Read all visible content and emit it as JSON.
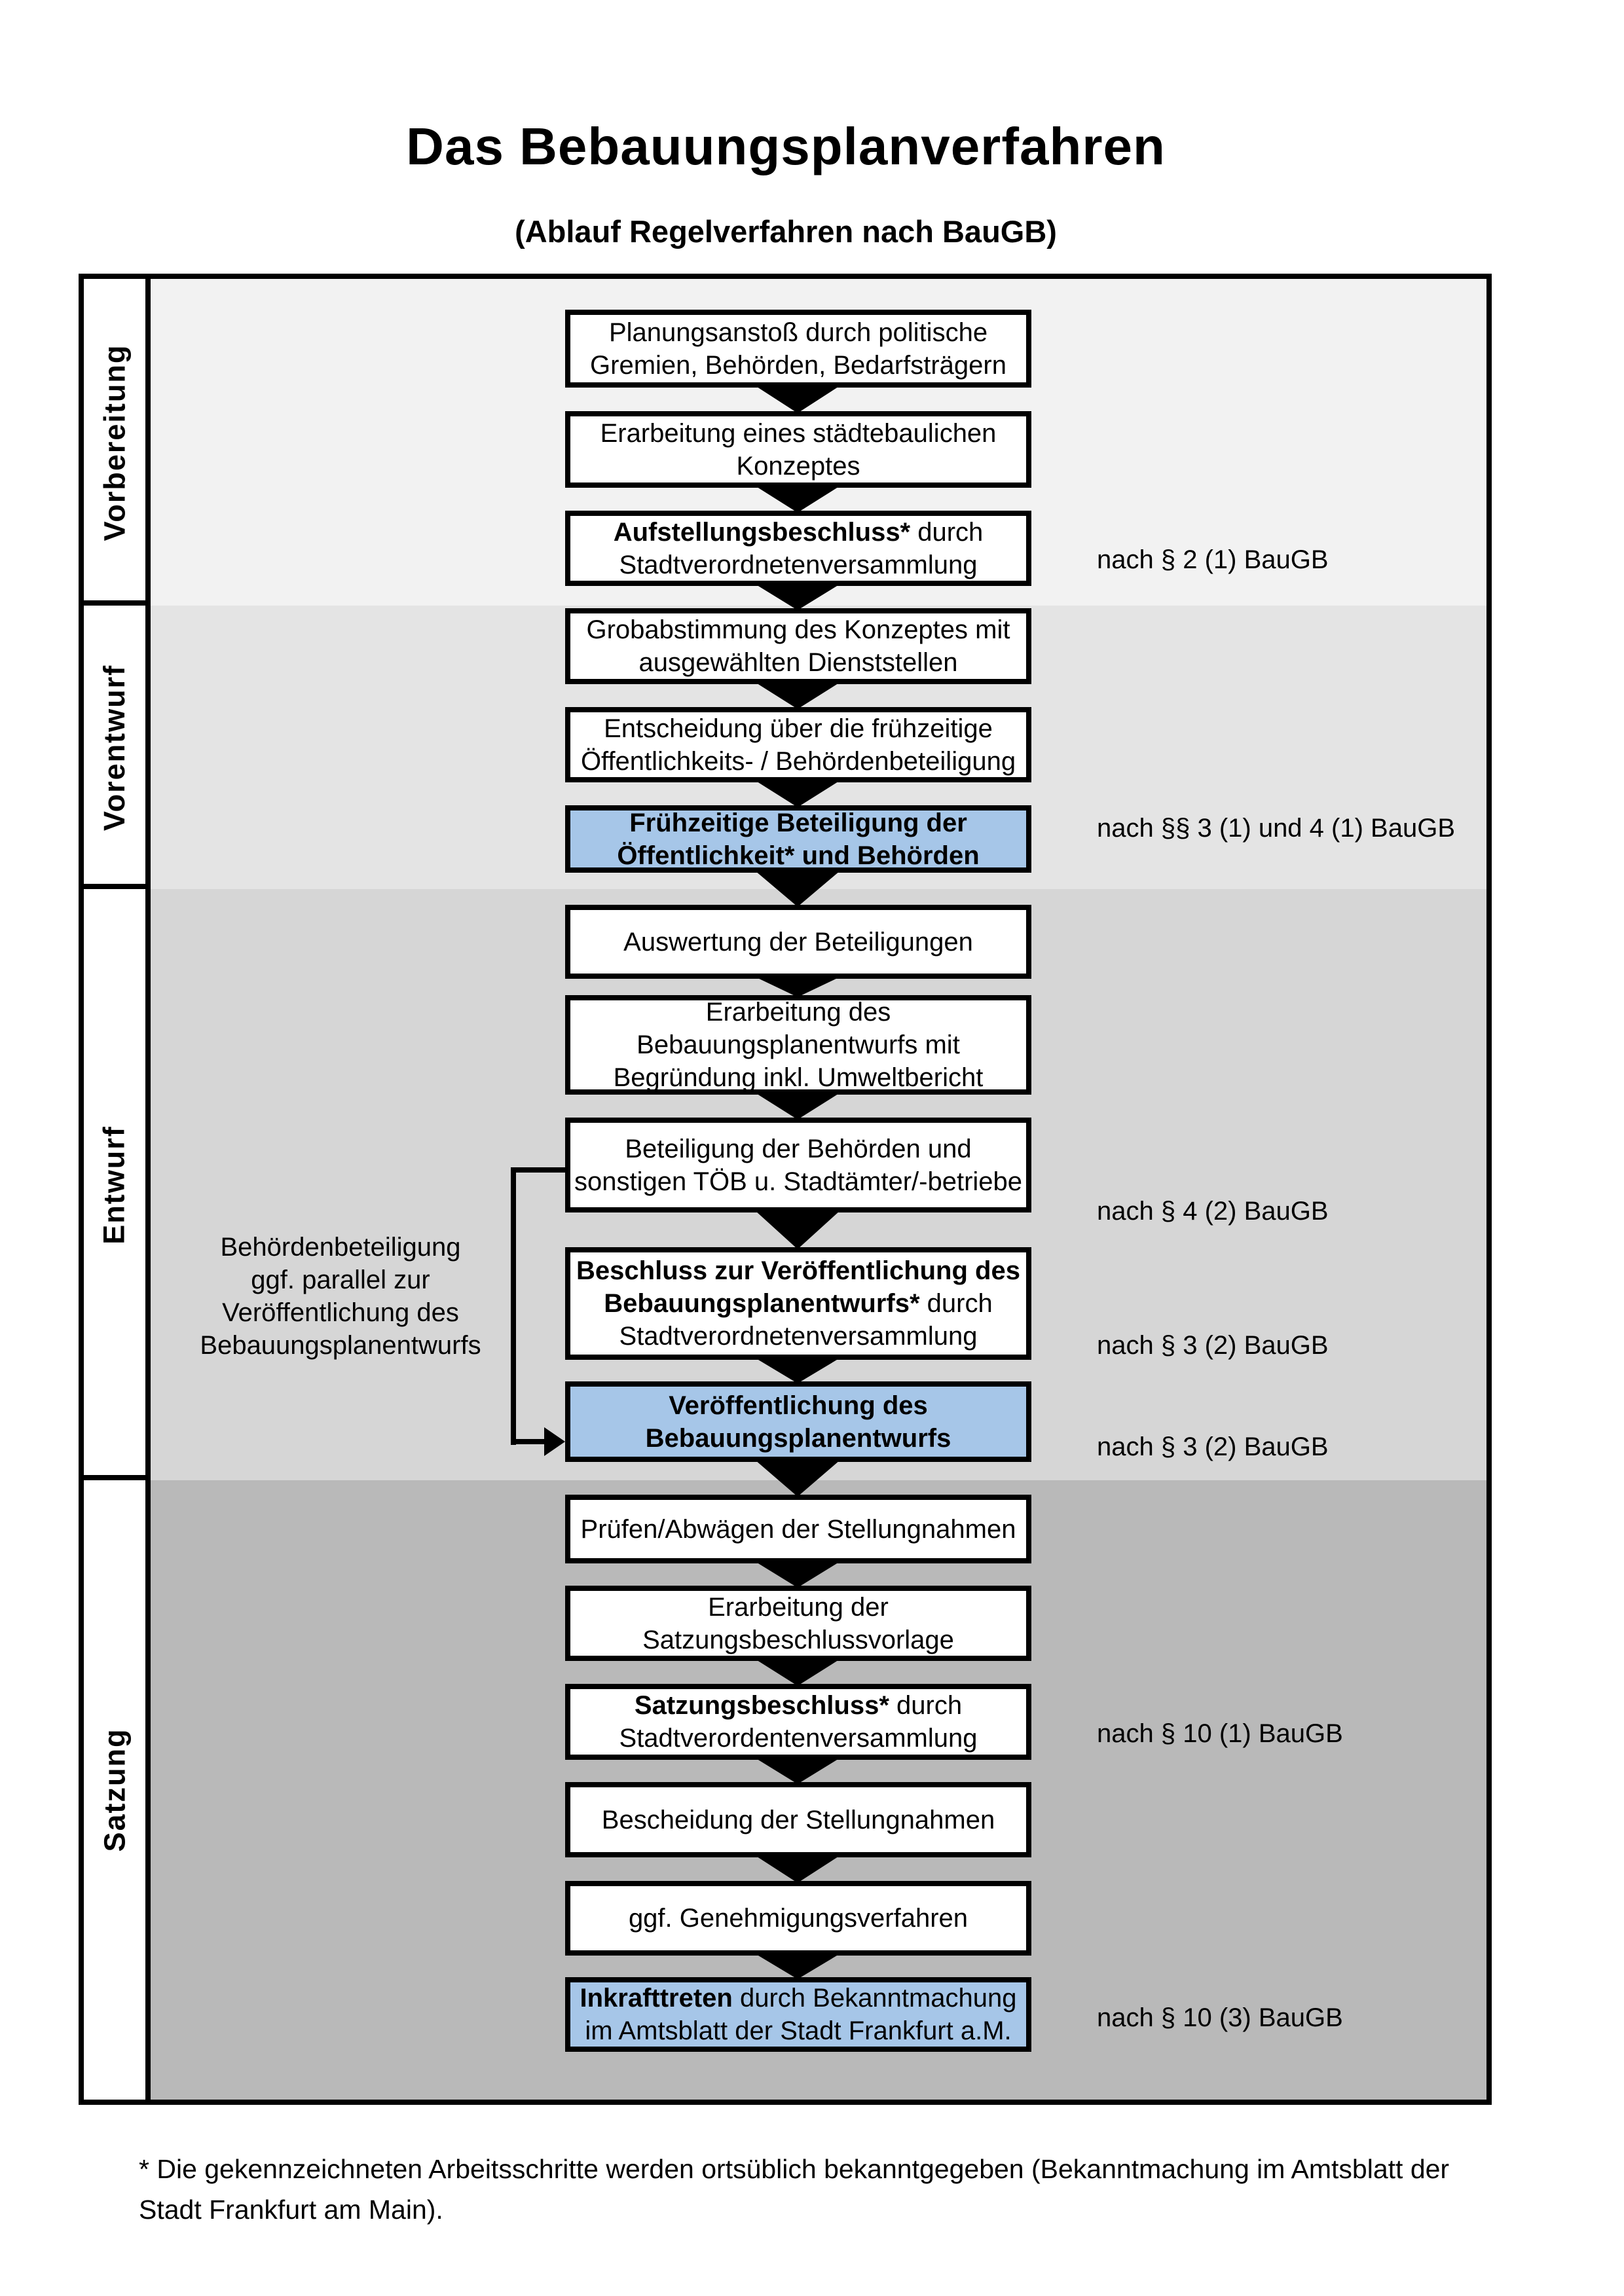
{
  "title": "Das Bebauungsplanverfahren",
  "subtitle": "(Ablauf Regelverfahren nach BauGB)",
  "phases": [
    {
      "label": "Vorbereitung"
    },
    {
      "label": "Vorentwurf"
    },
    {
      "label": "Entwurf"
    },
    {
      "label": "Satzung"
    }
  ],
  "steps": [
    {
      "highlighted": false,
      "lines": [
        [
          {
            "text": "Planungsanstoß durch politische",
            "bold": false
          }
        ],
        [
          {
            "text": "Gremien, Behörden, Bedarfsträgern",
            "bold": false
          }
        ]
      ]
    },
    {
      "highlighted": false,
      "lines": [
        [
          {
            "text": "Erarbeitung eines städtebaulichen",
            "bold": false
          }
        ],
        [
          {
            "text": "Konzeptes",
            "bold": false
          }
        ]
      ]
    },
    {
      "highlighted": false,
      "lines": [
        [
          {
            "text": "Aufstellungsbeschluss*",
            "bold": true
          },
          {
            "text": " durch",
            "bold": false
          }
        ],
        [
          {
            "text": "Stadtverordnetenversammlung",
            "bold": false
          }
        ]
      ]
    },
    {
      "highlighted": false,
      "lines": [
        [
          {
            "text": "Grobabstimmung des Konzeptes mit",
            "bold": false
          }
        ],
        [
          {
            "text": "ausgewählten Dienststellen",
            "bold": false
          }
        ]
      ]
    },
    {
      "highlighted": false,
      "lines": [
        [
          {
            "text": "Entscheidung über die frühzeitige",
            "bold": false
          }
        ],
        [
          {
            "text": "Öffentlichkeits- / Behördenbeteiligung",
            "bold": false
          }
        ]
      ]
    },
    {
      "highlighted": true,
      "lines": [
        [
          {
            "text": "Frühzeitige Beteiligung der",
            "bold": true
          }
        ],
        [
          {
            "text": "Öffentlichkeit* und Behörden",
            "bold": true
          }
        ]
      ]
    },
    {
      "highlighted": false,
      "lines": [
        [
          {
            "text": "Auswertung der Beteiligungen",
            "bold": false
          }
        ]
      ]
    },
    {
      "highlighted": false,
      "lines": [
        [
          {
            "text": "Erarbeitung des",
            "bold": false
          }
        ],
        [
          {
            "text": "Bebauungsplanentwurfs mit",
            "bold": false
          }
        ],
        [
          {
            "text": "Begründung inkl. Umweltbericht",
            "bold": false
          }
        ]
      ]
    },
    {
      "highlighted": false,
      "lines": [
        [
          {
            "text": "Beteiligung der Behörden und",
            "bold": false
          }
        ],
        [
          {
            "text": "sonstigen TÖB u. Stadtämter/-betriebe",
            "bold": false
          }
        ]
      ]
    },
    {
      "highlighted": false,
      "lines": [
        [
          {
            "text": "Beschluss zur Veröffentlichung des",
            "bold": true
          }
        ],
        [
          {
            "text": "Bebauungsplanentwurfs*",
            "bold": true
          },
          {
            "text": " durch",
            "bold": false
          }
        ],
        [
          {
            "text": "Stadtverordnetenversammlung",
            "bold": false
          }
        ]
      ]
    },
    {
      "highlighted": true,
      "lines": [
        [
          {
            "text": "Veröffentlichung des",
            "bold": true
          }
        ],
        [
          {
            "text": "Bebauungsplanentwurfs",
            "bold": true
          }
        ]
      ]
    },
    {
      "highlighted": false,
      "lines": [
        [
          {
            "text": "Prüfen/Abwägen der Stellungnahmen",
            "bold": false
          }
        ]
      ]
    },
    {
      "highlighted": false,
      "lines": [
        [
          {
            "text": "Erarbeitung der",
            "bold": false
          }
        ],
        [
          {
            "text": "Satzungsbeschlussvorlage",
            "bold": false
          }
        ]
      ]
    },
    {
      "highlighted": false,
      "lines": [
        [
          {
            "text": "Satzungsbeschluss*",
            "bold": true
          },
          {
            "text": " durch",
            "bold": false
          }
        ],
        [
          {
            "text": "Stadtverordentenversammlung",
            "bold": false
          }
        ]
      ]
    },
    {
      "highlighted": false,
      "lines": [
        [
          {
            "text": "Bescheidung der Stellungnahmen",
            "bold": false
          }
        ]
      ]
    },
    {
      "highlighted": false,
      "lines": [
        [
          {
            "text": "ggf. Genehmigungsverfahren",
            "bold": false
          }
        ]
      ]
    },
    {
      "highlighted": true,
      "lines": [
        [
          {
            "text": "Inkrafttreten",
            "bold": true
          },
          {
            "text": " durch Bekanntmachung",
            "bold": false
          }
        ],
        [
          {
            "text": "im Amtsblatt der Stadt Frankfurt a.M.",
            "bold": false
          }
        ]
      ]
    }
  ],
  "references": [
    {
      "text": "nach § 2 (1) BauGB"
    },
    {
      "text": "nach §§ 3 (1) und 4 (1) BauGB"
    },
    {
      "text": "nach § 4 (2) BauGB"
    },
    {
      "text": "nach § 3 (2) BauGB"
    },
    {
      "text": "nach § 3 (2) BauGB"
    },
    {
      "text": "nach § 10 (1) BauGB"
    },
    {
      "text": "nach § 10 (3) BauGB"
    }
  ],
  "side_note": {
    "lines": [
      "Behördenbeteiligung",
      "ggf. parallel zur",
      "Veröffentlichung des",
      "Bebauungsplanentwurfs"
    ]
  },
  "footnote": "* Die gekennzeichneten Arbeitsschritte werden ortsüblich bekanntgegeben (Bekanntmachung im Amtsblatt  der Stadt Frankfurt am Main).",
  "colors": {
    "highlight_fill": "#a6c6e8",
    "band_vorbereitung": "#f2f2f2",
    "band_vorentwurf": "#e4e4e4",
    "band_entwurf": "#d6d6d6",
    "band_satzung": "#b9b9b9",
    "line": "#000000"
  }
}
